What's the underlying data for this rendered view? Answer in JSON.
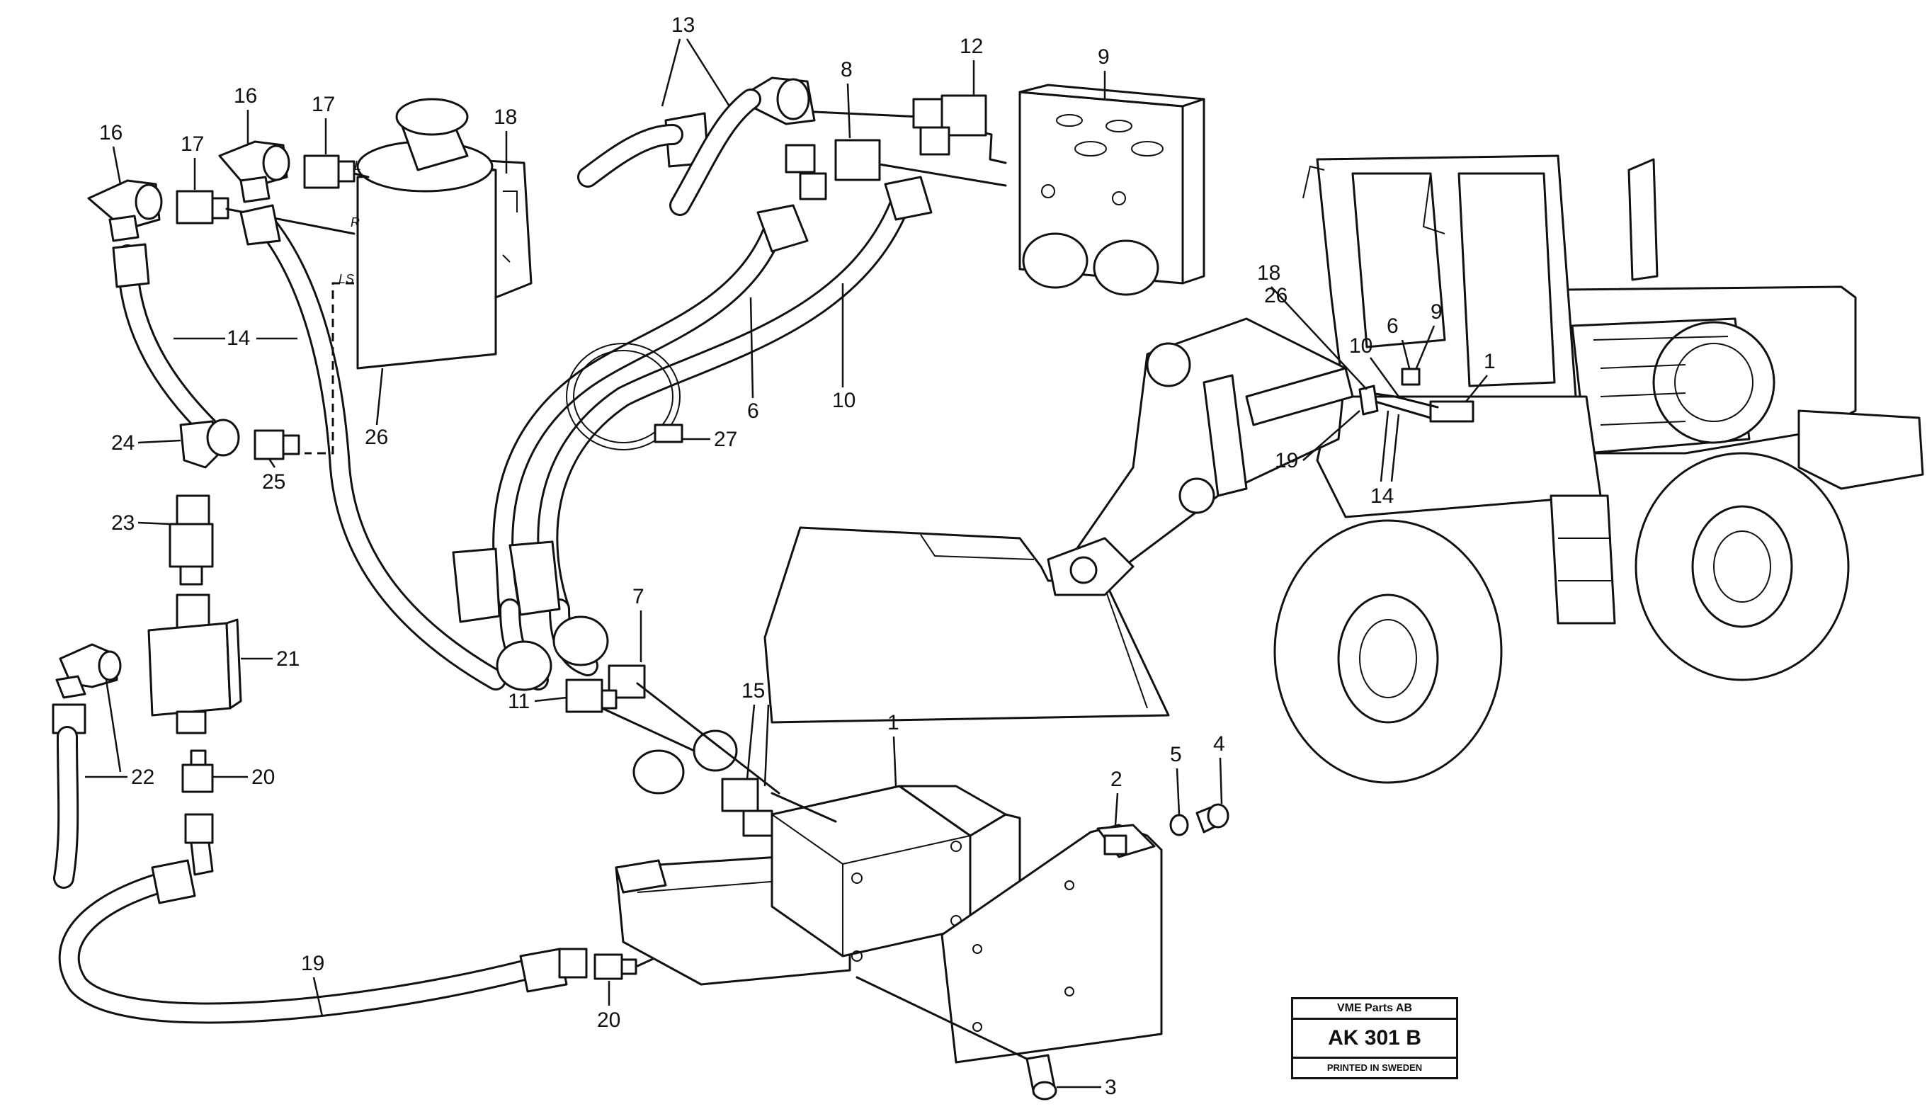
{
  "diagram": {
    "wire_labels": {
      "r": "R",
      "l": "L",
      "ls": "LS"
    },
    "callouts": [
      {
        "id": "c1a",
        "text": "1"
      },
      {
        "id": "c1b",
        "text": "1"
      },
      {
        "id": "c2",
        "text": "2"
      },
      {
        "id": "c3",
        "text": "3"
      },
      {
        "id": "c4",
        "text": "4"
      },
      {
        "id": "c5",
        "text": "5"
      },
      {
        "id": "c6a",
        "text": "6"
      },
      {
        "id": "c6b",
        "text": "6"
      },
      {
        "id": "c7",
        "text": "7"
      },
      {
        "id": "c8",
        "text": "8"
      },
      {
        "id": "c9a",
        "text": "9"
      },
      {
        "id": "c9b",
        "text": "9"
      },
      {
        "id": "c10a",
        "text": "10"
      },
      {
        "id": "c10b",
        "text": "10"
      },
      {
        "id": "c11",
        "text": "11"
      },
      {
        "id": "c12",
        "text": "12"
      },
      {
        "id": "c13",
        "text": "13"
      },
      {
        "id": "c14a",
        "text": "14"
      },
      {
        "id": "c14b",
        "text": "14"
      },
      {
        "id": "c15",
        "text": "15"
      },
      {
        "id": "c16a",
        "text": "16"
      },
      {
        "id": "c16b",
        "text": "16"
      },
      {
        "id": "c17a",
        "text": "17"
      },
      {
        "id": "c17b",
        "text": "17"
      },
      {
        "id": "c18a",
        "text": "18"
      },
      {
        "id": "c18b",
        "text": "18"
      },
      {
        "id": "c19a",
        "text": "19"
      },
      {
        "id": "c19b",
        "text": "19"
      },
      {
        "id": "c20a",
        "text": "20"
      },
      {
        "id": "c20b",
        "text": "20"
      },
      {
        "id": "c21",
        "text": "21"
      },
      {
        "id": "c22",
        "text": "22"
      },
      {
        "id": "c23",
        "text": "23"
      },
      {
        "id": "c24",
        "text": "24"
      },
      {
        "id": "c25",
        "text": "25"
      },
      {
        "id": "c26a",
        "text": "26"
      },
      {
        "id": "c26b",
        "text": "26"
      },
      {
        "id": "c27",
        "text": "27"
      }
    ]
  },
  "stamp": {
    "company": "VME Parts AB",
    "code": "AK 301 B",
    "printed": "PRINTED IN SWEDEN"
  }
}
